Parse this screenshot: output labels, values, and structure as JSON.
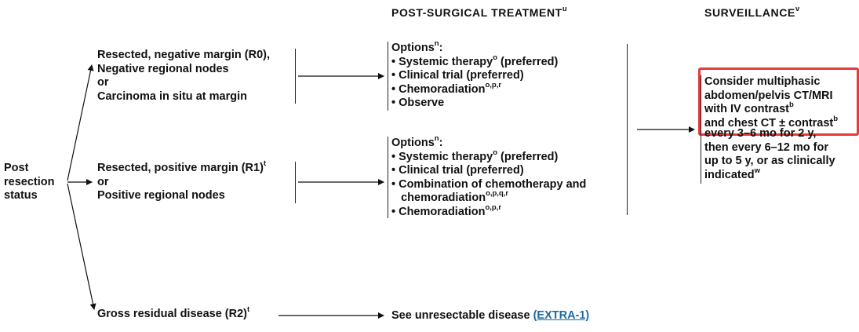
{
  "headers": {
    "post_surgical": "POST-SURGICAL TREATMENT",
    "post_surgical_sup": "u",
    "surveillance": "SURVEILLANCE",
    "surveillance_sup": "v"
  },
  "status": {
    "line1": "Post",
    "line2": "resection",
    "line3": "status"
  },
  "r0": {
    "line1": "Resected, negative margin (R0),",
    "line2": "Negative regional nodes",
    "line3": "or",
    "line4": "Carcinoma in situ at margin"
  },
  "r1": {
    "line1": "Resected, positive margin (R1)",
    "line1_sup": "t",
    "line2": "or",
    "line3": "Positive regional nodes"
  },
  "r2": {
    "label": "Gross residual disease (R2)",
    "label_sup": "t"
  },
  "options_r0": {
    "title": "Options",
    "title_sup": "n",
    "title_suffix": ":",
    "items": [
      {
        "text": "• Systemic therapy",
        "sup": "o",
        "suffix": " (preferred)"
      },
      {
        "text": "• Clinical trial (preferred)",
        "sup": "",
        "suffix": ""
      },
      {
        "text": "• Chemoradiation",
        "sup": "o,p,r",
        "suffix": ""
      },
      {
        "text": "• Observe",
        "sup": "",
        "suffix": ""
      }
    ]
  },
  "options_r1": {
    "title": "Options",
    "title_sup": "n",
    "title_suffix": ":",
    "items": [
      {
        "text": "• Systemic therapy",
        "sup": "o",
        "suffix": " (preferred)"
      },
      {
        "text": "• Clinical trial (preferred)",
        "sup": "",
        "suffix": ""
      },
      {
        "text": "• Combination of chemotherapy and",
        "sup": "",
        "suffix": ""
      },
      {
        "text": "   chemoradiation",
        "sup": "o,p,q,r",
        "suffix": ""
      },
      {
        "text": "• Chemoradiation",
        "sup": "o,p,r",
        "suffix": ""
      }
    ]
  },
  "r2_result": {
    "text": "See unresectable disease ",
    "link": "(EXTRA-1)"
  },
  "surveillance": {
    "hl_line1": "Consider multiphasic",
    "hl_line2": "abdomen/pelvis CT/MRI",
    "hl_line3": "with IV contrast",
    "hl_line3_sup": "b",
    "hl_line4": "and chest CT ± contrast",
    "hl_line4_sup": "b",
    "line5": "every 3–6 mo for 2 y,",
    "line6": "then every 6–12 mo for",
    "line7": "up to 5 y, or as clinically",
    "line8": "indicated",
    "line8_sup": "w"
  },
  "colors": {
    "highlight": "#e63a3a",
    "link": "#1a6aa0"
  }
}
